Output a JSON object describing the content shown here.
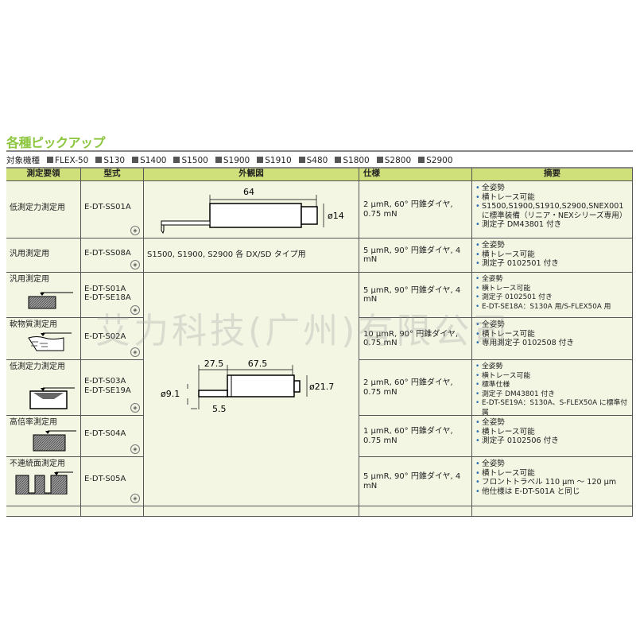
{
  "title": "各種ピックアップ",
  "machines_label": "対象機種",
  "machines": [
    "FLEX-50",
    "S130",
    "S1400",
    "S1500",
    "S1900",
    "S1910",
    "S480",
    "S1800",
    "S2800",
    "S2900"
  ],
  "headers": [
    "測定要領",
    "型式",
    "外観図",
    "仕様",
    "摘要"
  ],
  "rows": [
    {
      "method": "低測定力測定用",
      "model": "E-DT-SS01A",
      "spec": "2 μmR, 60° 円錐ダイヤ, 0.75 mN",
      "notes": [
        "全姿勢",
        "横トレース可能",
        "S1500,S1900,S1910,S2900,SNEX001 に標準装備（リニア・NEXシリーズ専用）",
        "測定子 DM43801 付き"
      ]
    },
    {
      "method": "汎用測定用",
      "model": "E-DT-SS08A",
      "spec": "5 μmR, 90° 円錐ダイヤ, 4 mN",
      "notes": [
        "全姿勢",
        "横トレース可能",
        "測定子 0102501 付き"
      ]
    },
    {
      "method": "汎用測定用",
      "model": "E-DT-S01A\nE-DT-SE18A",
      "spec": "5 μmR, 90° 円錐ダイヤ, 4 mN",
      "notes": [
        "全姿勢",
        "横トレース可能",
        "測定子 0102501 付き",
        "E-DT-SE18A：S130A 用/S-FLEX50A 用"
      ]
    },
    {
      "method": "軟物質測定用",
      "model": "E-DT-S02A",
      "spec": "10 μmR, 90° 円錐ダイヤ, 0.75 mN",
      "notes": [
        "全姿勢",
        "横トレース可能",
        "専用測定子 0102508 付き"
      ]
    },
    {
      "method": "低測定力測定用",
      "model": "E-DT-S03A\nE-DT-SE19A",
      "spec": "2 μmR, 60° 円錐ダイヤ, 0.75 mN",
      "notes": [
        "全姿勢",
        "横トレース可能",
        "標準仕様",
        "測定子 DM43801 付き",
        "E-DT-SE19A：S130A、S-FLEX50A に標準付属"
      ]
    },
    {
      "method": "高倍率測定用",
      "model": "E-DT-S04A",
      "spec": "1 μmR, 60° 円錐ダイヤ, 0.75 mN",
      "notes": [
        "全姿勢",
        "横トレース可能",
        "測定子 0102506 付き"
      ]
    },
    {
      "method": "不連続面測定用",
      "model": "E-DT-S05A",
      "spec": "5 μmR, 90° 円錐ダイヤ, 4 mN",
      "notes": [
        "全姿勢",
        "横トレース可能",
        "フロントトラベル 110 μm ～ 120 μm",
        "他仕様は E-DT-S01A と同じ"
      ]
    }
  ],
  "row2_drawing_text": "S1500, S1900, S2900 各 DX/SD タイプ用",
  "drawing1": {
    "length": "64",
    "diameter": "ø14"
  },
  "drawing2": {
    "arm": "27.5",
    "body": "67.5",
    "arm_dia": "ø9.1",
    "body_dia": "ø21.7",
    "offset": "5.5"
  },
  "watermark": "艾力科技(广州)有限公司",
  "colors": {
    "title": "#8cc63f",
    "header_bg": "#cfe07a",
    "cell_bg": "#f2f6e3",
    "bullet": "#2a6fb5"
  }
}
